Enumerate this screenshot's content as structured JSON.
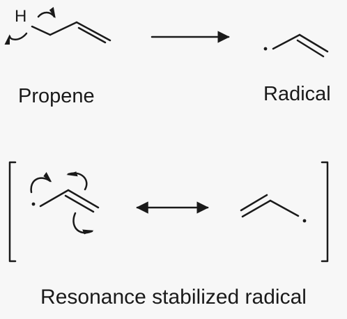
{
  "labels": {
    "propene": "Propene",
    "radical": "Radical",
    "caption": "Resonance stabilized radical",
    "hydrogen": "H"
  },
  "colors": {
    "background": "#f7f7f7",
    "stroke": "#1a1a1a"
  },
  "arrows": {
    "reaction": "single-headed-arrow",
    "resonance": "double-headed-arrow"
  }
}
